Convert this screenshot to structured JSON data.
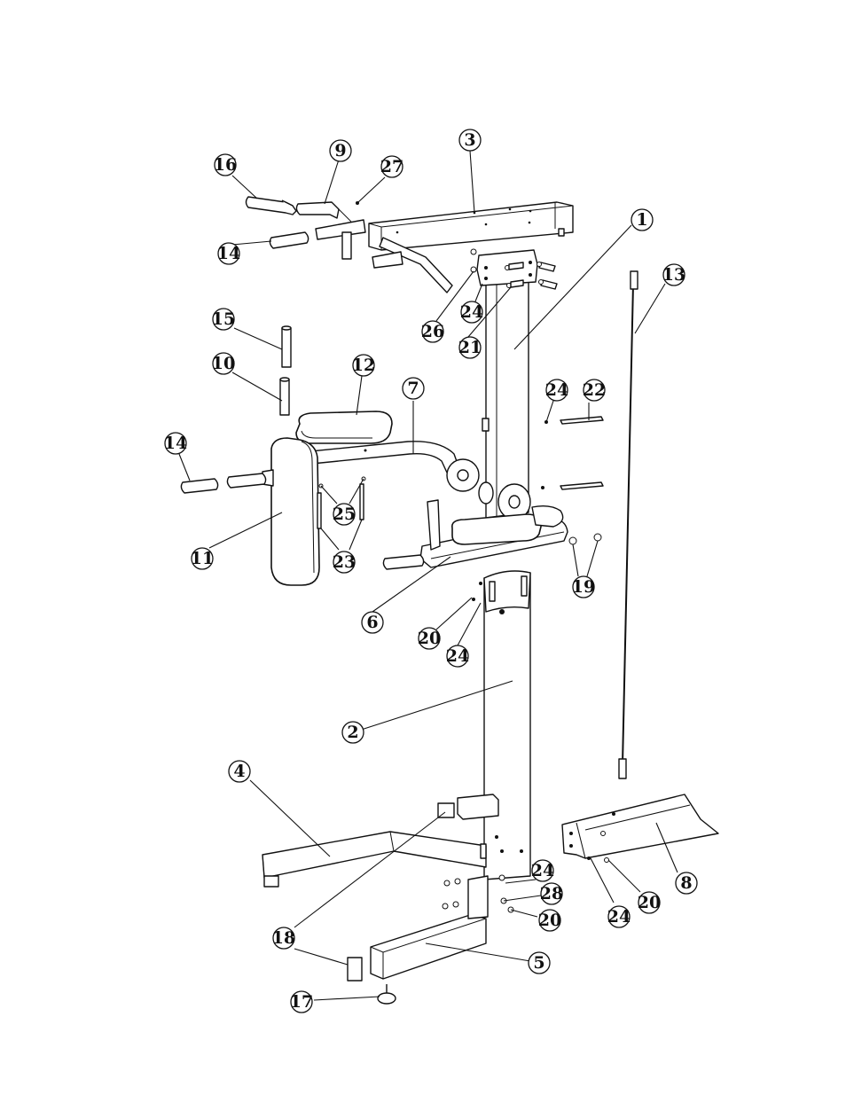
{
  "callouts": [
    {
      "id": "c1",
      "text": "1"
    },
    {
      "id": "c2",
      "text": "2"
    },
    {
      "id": "c3",
      "text": "3"
    },
    {
      "id": "c4",
      "text": "4"
    },
    {
      "id": "c5",
      "text": "5"
    },
    {
      "id": "c6",
      "text": "6"
    },
    {
      "id": "c7",
      "text": "7"
    },
    {
      "id": "c8",
      "text": "8"
    },
    {
      "id": "c9",
      "text": "9"
    },
    {
      "id": "c10",
      "text": "10"
    },
    {
      "id": "c11",
      "text": "11"
    },
    {
      "id": "c12",
      "text": "12"
    },
    {
      "id": "c13",
      "text": "13"
    },
    {
      "id": "c14a",
      "text": "14"
    },
    {
      "id": "c14b",
      "text": "14"
    },
    {
      "id": "c15",
      "text": "15"
    },
    {
      "id": "c16",
      "text": "16"
    },
    {
      "id": "c17",
      "text": "17"
    },
    {
      "id": "c18",
      "text": "18"
    },
    {
      "id": "c19",
      "text": "19"
    },
    {
      "id": "c20a",
      "text": "20"
    },
    {
      "id": "c20b",
      "text": "20"
    },
    {
      "id": "c20c",
      "text": "20"
    },
    {
      "id": "c21",
      "text": "21"
    },
    {
      "id": "c22",
      "text": "22"
    },
    {
      "id": "c23",
      "text": "23"
    },
    {
      "id": "c24a",
      "text": "24"
    },
    {
      "id": "c24b",
      "text": "24"
    },
    {
      "id": "c24c",
      "text": "24"
    },
    {
      "id": "c24d",
      "text": "24"
    },
    {
      "id": "c24e",
      "text": "24"
    },
    {
      "id": "c25",
      "text": "25"
    },
    {
      "id": "c26",
      "text": "26"
    },
    {
      "id": "c27",
      "text": "27"
    },
    {
      "id": "c28",
      "text": "28"
    }
  ]
}
